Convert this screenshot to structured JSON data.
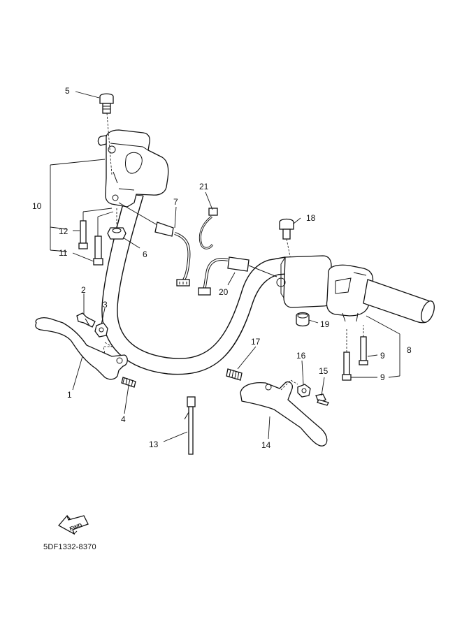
{
  "diagram": {
    "part_code": "5DF1332-8370",
    "fwd_label": "FWD",
    "callouts": {
      "c1": "1",
      "c2": "2",
      "c3": "3",
      "c4": "4",
      "c5": "5",
      "c6": "6",
      "c7": "7",
      "c8": "8",
      "c9a": "9",
      "c9b": "9",
      "c10": "10",
      "c11": "11",
      "c12": "12",
      "c13": "13",
      "c14": "14",
      "c15": "15",
      "c16": "16",
      "c17": "17",
      "c18": "18",
      "c19": "19",
      "c20": "20",
      "c21": "21"
    }
  }
}
